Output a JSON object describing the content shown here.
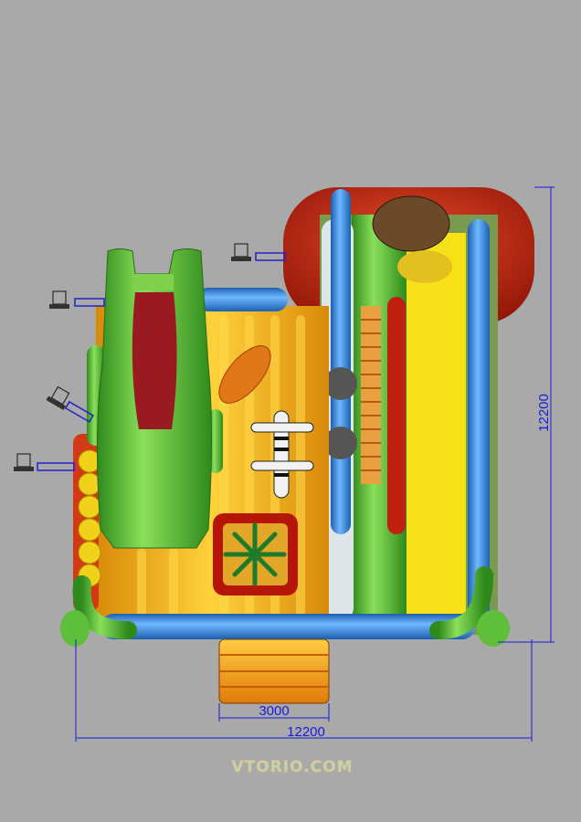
{
  "dimensions": {
    "overall_width": "12200",
    "overall_depth": "12200",
    "stairs_width": "3000"
  },
  "watermark": "VTORIO.COM",
  "colors": {
    "background": "#a9a9a9",
    "dimension_line": "#1a1adc",
    "slide_green": "#5fbf3a",
    "floor_yellow": "#f2b21a",
    "tube_blue": "#2f86d6",
    "back_red": "#c0220e"
  }
}
